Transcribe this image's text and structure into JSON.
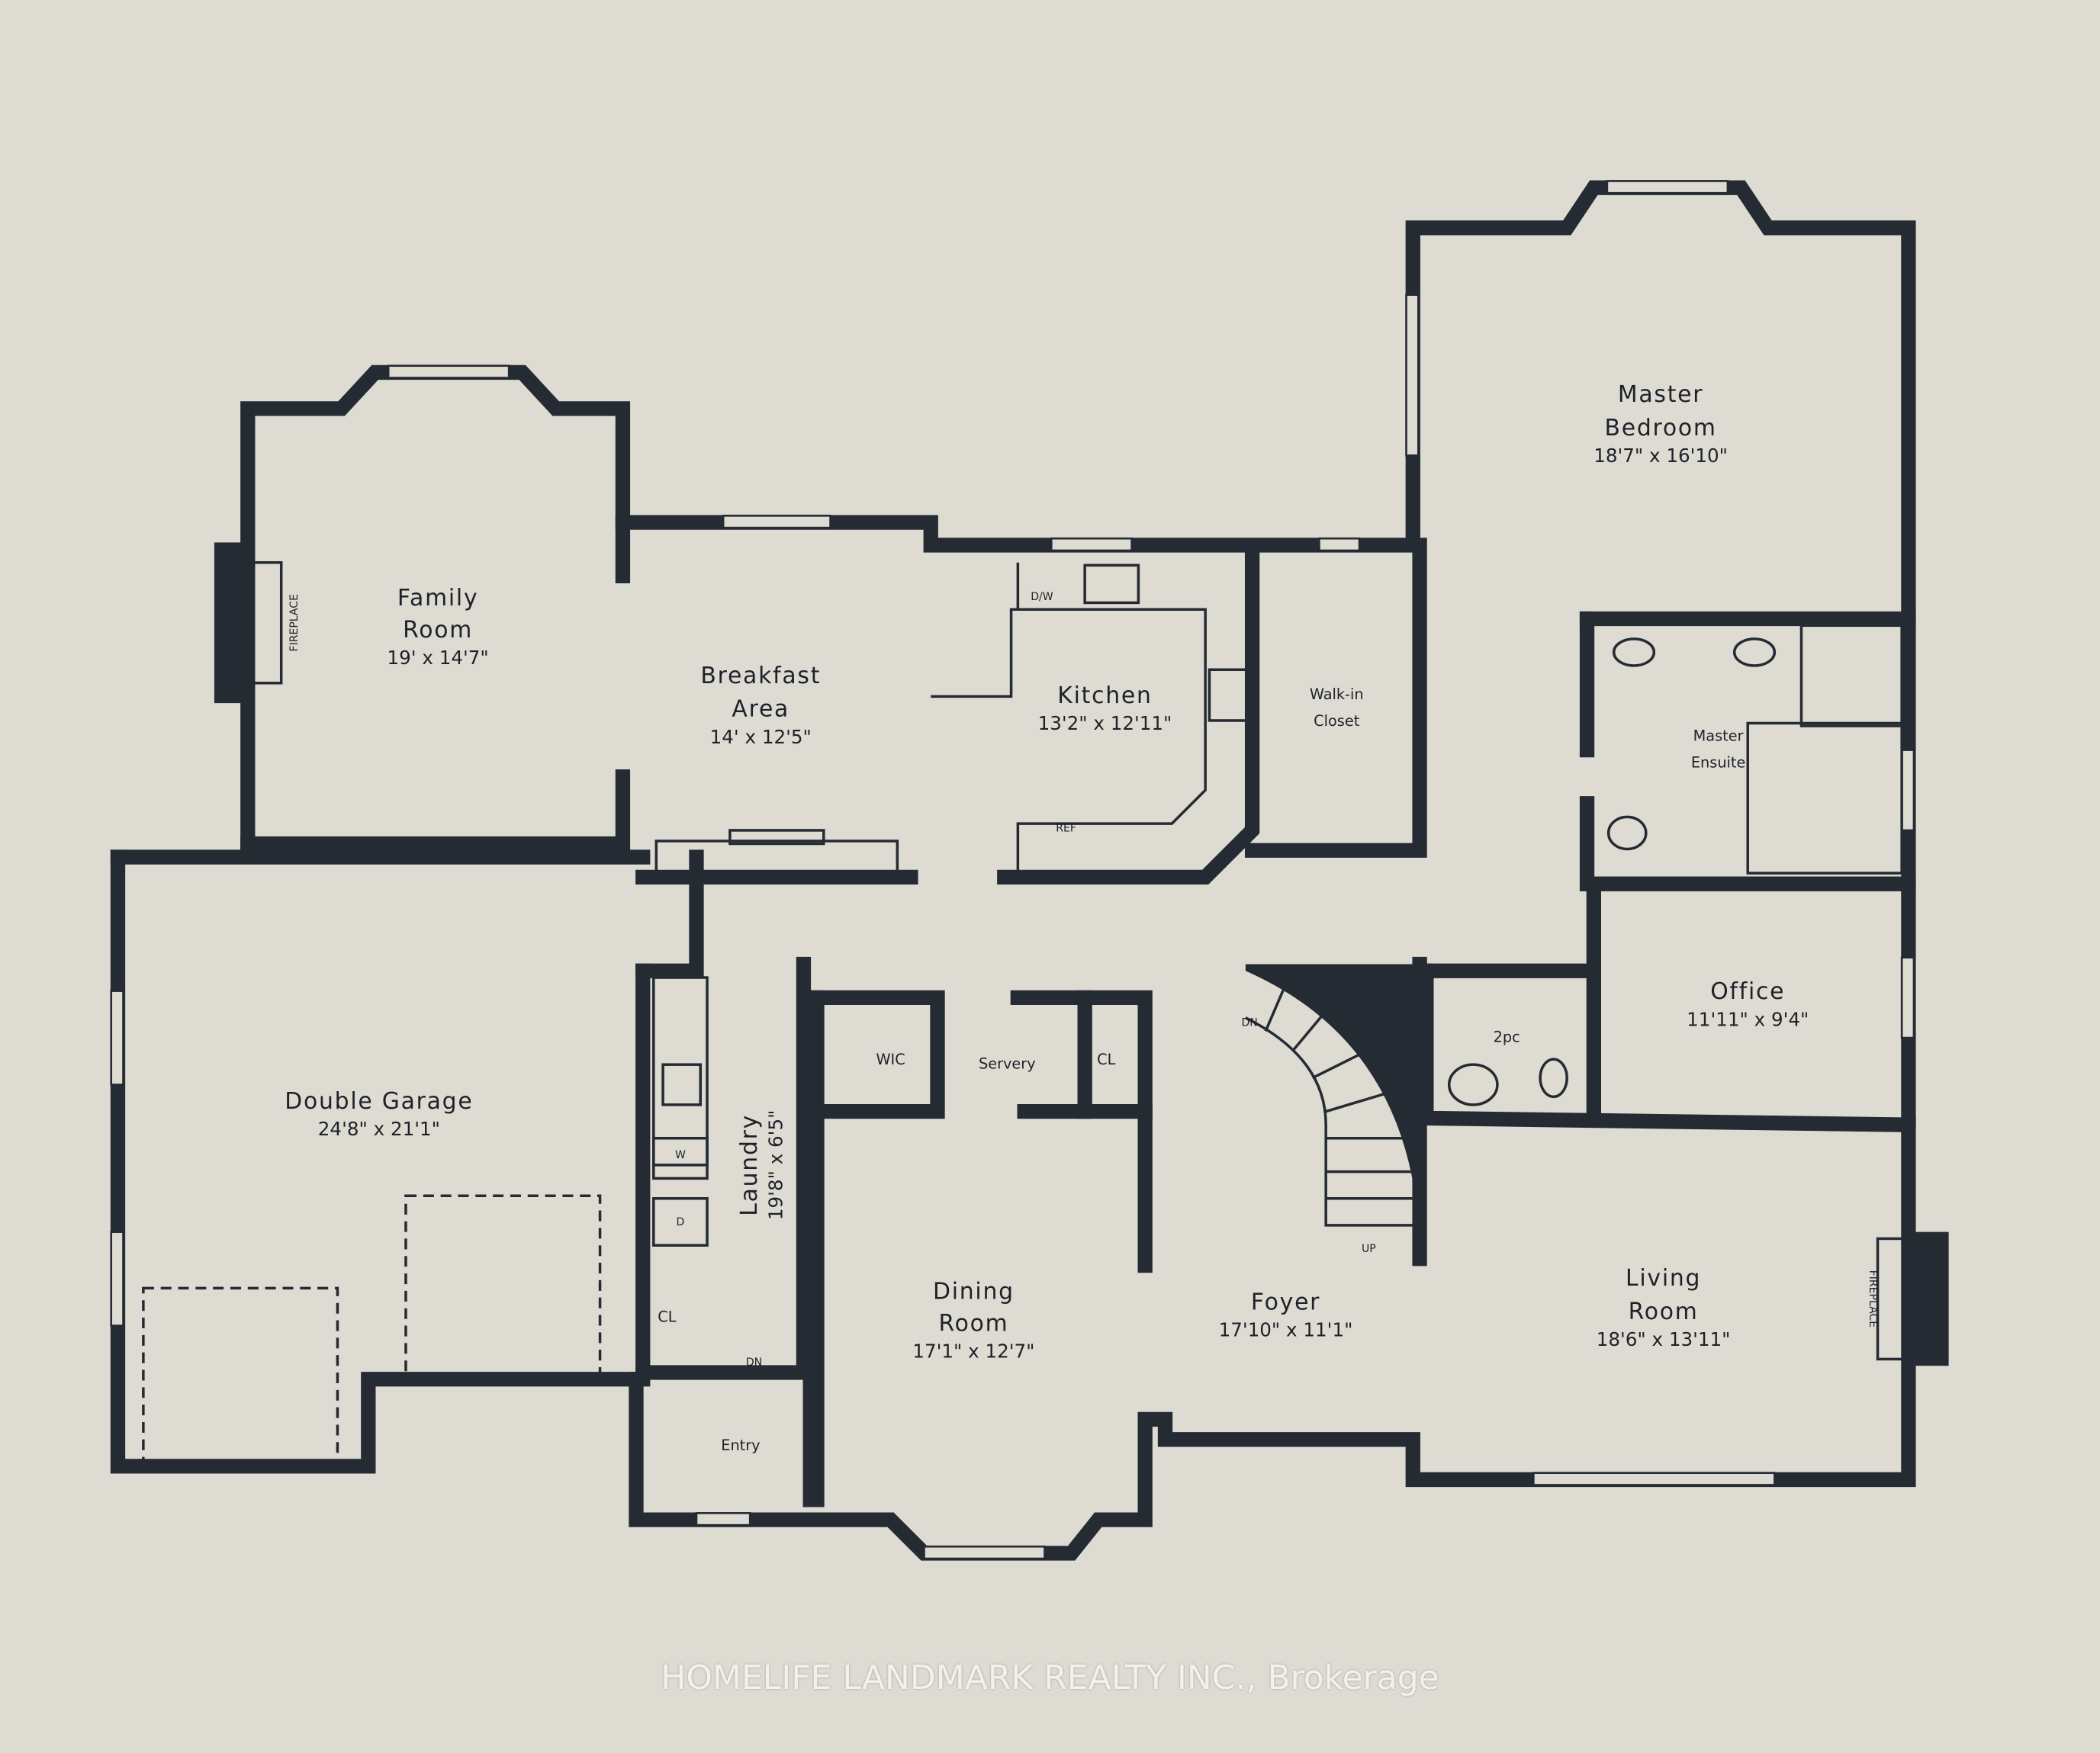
{
  "colors": {
    "wall": "#252b33",
    "paper": "#dedbd3"
  },
  "rooms": {
    "family": {
      "name1": "Family",
      "name2": "Room",
      "dim": "19' x 14'7\""
    },
    "breakfast": {
      "name1": "Breakfast",
      "name2": "Area",
      "dim": "14' x 12'5\""
    },
    "kitchen": {
      "name": "Kitchen",
      "dim": "13'2\" x 12'11\""
    },
    "walkin": {
      "name1": "Walk-in",
      "name2": "Closet"
    },
    "master": {
      "name1": "Master",
      "name2": "Bedroom",
      "dim": "18'7\" x 16'10\""
    },
    "ensuite": {
      "name1": "Master",
      "name2": "Ensuite"
    },
    "office": {
      "name": "Office",
      "dim": "11'11\" x 9'4\""
    },
    "twopc": {
      "name": "2pc"
    },
    "garage": {
      "name": "Double Garage",
      "dim": "24'8\" x 21'1\""
    },
    "laundry": {
      "name": "Laundry",
      "dim": "19'8\" x 6'5\""
    },
    "wic": {
      "name": "WIC"
    },
    "servery": {
      "name": "Servery"
    },
    "cl1": {
      "name": "CL"
    },
    "cl2": {
      "name": "CL"
    },
    "dining": {
      "name1": "Dining",
      "name2": "Room",
      "dim": "17'1\" x 12'7\""
    },
    "foyer": {
      "name": "Foyer",
      "dim": "17'10\" x 11'1\""
    },
    "living": {
      "name1": "Living",
      "name2": "Room",
      "dim": "18'6\" x 13'11\""
    },
    "entry": {
      "name": "Entry"
    }
  },
  "fixtures": {
    "fireplace1": "FIREPLACE",
    "fireplace2": "FIREPLACE",
    "dw": "D/W",
    "ref": "REF",
    "washer": "W",
    "dryer": "D",
    "stair_dn": "DN",
    "stair_up": "UP",
    "laundry_dn": "DN"
  },
  "watermark": "HOMELIFE LANDMARK REALTY INC., Brokerage"
}
